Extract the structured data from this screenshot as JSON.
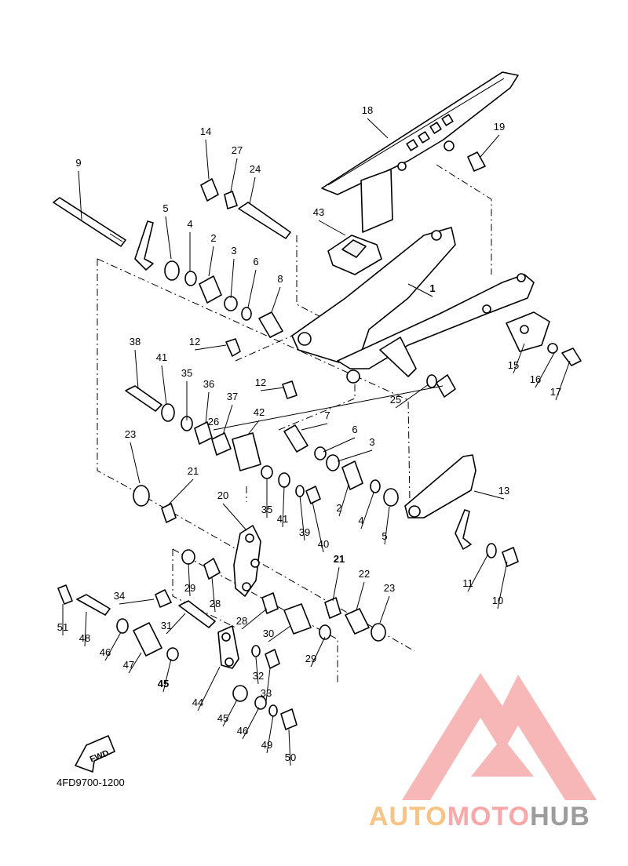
{
  "diagram_code": "4FD9700-1200",
  "fwd_label": "FWD",
  "watermark": {
    "part1": "AUTO",
    "part2": "MOTO",
    "part3": "HUB",
    "colors": {
      "auto": "#f8c383",
      "moto": "#fba7a7",
      "hub": "#9c9c9c",
      "logo": "#f5a0a0"
    }
  },
  "callouts": [
    "1",
    "2",
    "3",
    "4",
    "5",
    "6",
    "7",
    "8",
    "9",
    "10",
    "11",
    "12",
    "12",
    "13",
    "14",
    "15",
    "16",
    "17",
    "18",
    "19",
    "20",
    "21",
    "21",
    "22",
    "23",
    "23",
    "24",
    "25",
    "26",
    "27",
    "28",
    "28",
    "29",
    "29",
    "30",
    "31",
    "32",
    "33",
    "34",
    "35",
    "35",
    "36",
    "37",
    "38",
    "39",
    "40",
    "41",
    "41",
    "42",
    "43",
    "44",
    "45",
    "45",
    "46",
    "46",
    "47",
    "48",
    "49",
    "50",
    "51",
    "2",
    "3",
    "4",
    "5",
    "6"
  ]
}
